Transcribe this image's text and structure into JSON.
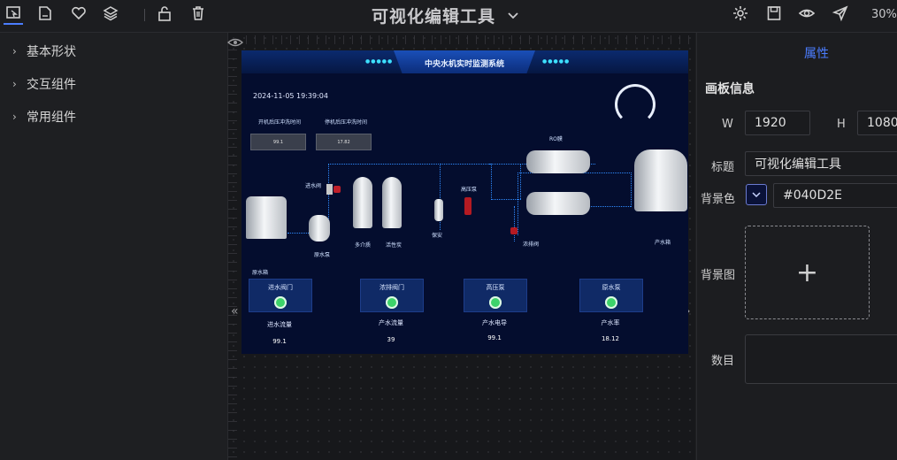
{
  "toolbar": {
    "icons": [
      "canvas-icon",
      "file-icon",
      "heart-icon",
      "layers-icon",
      "unlock-icon",
      "trash-icon"
    ],
    "right_icons": [
      "gear-icon",
      "save-icon",
      "eye-icon",
      "send-icon"
    ],
    "title": "可视化编辑工具",
    "zoom": "30%"
  },
  "sidebar": {
    "items": [
      {
        "label": "基本形状"
      },
      {
        "label": "交互组件"
      },
      {
        "label": "常用组件"
      }
    ]
  },
  "board": {
    "header_title": "中央水机实时监测系统",
    "datetime": "2024-11-05 19:39:04",
    "box_labels": [
      "开机后压冲洗时间",
      "停机后压冲洗时间"
    ],
    "box_values": [
      "99.1",
      "17.82"
    ],
    "equipment_labels": {
      "raw_tank": "原水箱",
      "inlet_valve": "进水阀",
      "raw_pump": "原水泵",
      "multi_media": "多介质",
      "activated_carbon": "活性炭",
      "security_filter": "保安",
      "high_pressure_pump": "高压泵",
      "ro_membrane": "RO膜",
      "concentrate_valve": "浓排阀",
      "product_tank": "产水箱"
    },
    "controls": [
      {
        "label": "进水阀门",
        "metric_label": "进水流量",
        "metric_value": "99.1"
      },
      {
        "label": "浓排阀门",
        "metric_label": "产水流量",
        "metric_value": "39"
      },
      {
        "label": "高压泵",
        "metric_label": "产水电导",
        "metric_value": "99.1"
      },
      {
        "label": "原水泵",
        "metric_label": "产水率",
        "metric_value": "18.12"
      }
    ],
    "colors": {
      "background": "#040D2E",
      "pipe": "#2f8bff",
      "status_on": "#3dd36a",
      "header": "#0b2a6e"
    }
  },
  "panel": {
    "tab": "属性",
    "section": "画板信息",
    "width_label": "W",
    "width_value": "1920",
    "height_label": "H",
    "height_value": "1080",
    "title_label": "标题",
    "title_value": "可视化编辑工具",
    "bg_color_label": "背景色",
    "bg_color_value": "#040D2E",
    "bg_image_label": "背景图",
    "upload_symbol": "+",
    "count_label": "数目"
  }
}
